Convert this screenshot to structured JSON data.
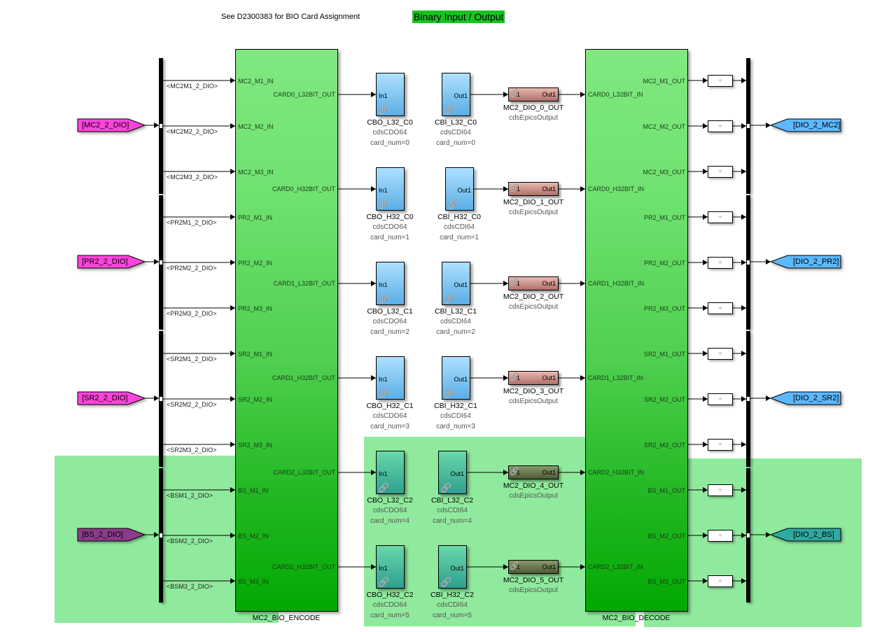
{
  "header": {
    "note": "See D2300383 for BIO Card Assignment",
    "title": "Binary Input / Output",
    "title_color": "#16c41f"
  },
  "encode": {
    "name": "MC2_BIO_ENCODE",
    "inputs": [
      "MC2_M1_IN",
      "MC2_M2_IN",
      "MC2_M3_IN",
      "PR2_M1_IN",
      "PR2_M2_IN",
      "PR2_M3_IN",
      "SR2_M1_IN",
      "SR2_M2_IN",
      "SR2_M3_IN",
      "BS_M1_IN",
      "BS_M2_IN",
      "BS_M3_IN"
    ],
    "outputs": [
      "CARD0_L32BIT_OUT",
      "CARD0_H32BIT_OUT",
      "CARD1_L32BIT_OUT",
      "CARD1_H32BIT_OUT",
      "CARD2_L32BIT_OUT",
      "CARD2_H32BIT_OUT"
    ]
  },
  "decode": {
    "name": "MC2_BIO_DECODE",
    "inputs": [
      "CARD0_L32BIT_IN",
      "CARD0_H32BIT_IN",
      "CARD1_H32BIT_IN",
      "CARD1_L32BIT_IN",
      "CARD2_H32BIT_IN",
      "CARD2_L32BIT_IN"
    ],
    "outputs": [
      "MC2_M1_OUT",
      "MC2_M2_OUT",
      "MC2_M3_OUT",
      "PR2_M1_OUT",
      "PR2_M2_OUT",
      "PR2_M3_OUT",
      "SR2_M1_OUT",
      "SR2_M2_OUT",
      "SR2_M3_OUT",
      "BS_M1_OUT",
      "BS_M2_OUT",
      "BS_M3_OUT"
    ]
  },
  "from_tags": [
    {
      "label": "[MC2_2_DIO]",
      "color": "#ff44dd"
    },
    {
      "label": "[PR2_2_DIO]",
      "color": "#ff44dd"
    },
    {
      "label": "[SR2_2_DIO]",
      "color": "#ff44dd"
    },
    {
      "label": "[BS_2_DIO]",
      "color": "#8e3a8c"
    }
  ],
  "goto_tags": [
    {
      "label": "[DIO_2_MC2]",
      "color": "#5cb8ff"
    },
    {
      "label": "[DIO_2_PR2]",
      "color": "#5cb8ff"
    },
    {
      "label": "[DIO_2_SR2]",
      "color": "#5cb8ff"
    },
    {
      "label": "[DIO_2_BS]",
      "color": "#2eaaa0"
    }
  ],
  "signals": [
    "<MC2M1_2_DIO>",
    "<MC2M2_2_DIO>",
    "<MC2M3_2_DIO>",
    "<PR2M1_2_DIO>",
    "<PR2M2_2_DIO>",
    "<PR2M3_2_DIO>",
    "<SR2M1_2_DIO>",
    "<SR2M2_2_DIO>",
    "<SR2M3_2_DIO>",
    "<BSM1_2_DIO>",
    "<BSM2_2_DIO>",
    "<BSM3_2_DIO>"
  ],
  "cdo_blocks": [
    {
      "name": "CBO_L32_C0",
      "type": "cdsCDO64",
      "param": "card_num=0",
      "port": "In1"
    },
    {
      "name": "CBO_H32_C0",
      "type": "cdsCDO64",
      "param": "card_num=1",
      "port": "In1"
    },
    {
      "name": "CBO_L32_C1",
      "type": "cdsCDO64",
      "param": "card_num=2",
      "port": "In1"
    },
    {
      "name": "CBO_H32_C1",
      "type": "cdsCDO64",
      "param": "card_num=3",
      "port": "In1"
    },
    {
      "name": "CBO_L32_C2",
      "type": "cdsCDO64",
      "param": "card_num=4",
      "port": "In1"
    },
    {
      "name": "CBO_H32_C2",
      "type": "cdsCDO64",
      "param": "card_num=5",
      "port": "In1"
    }
  ],
  "cdi_blocks": [
    {
      "name": "CBI_L32_C0",
      "type": "cdsCDI64",
      "param": "card_num=0",
      "port": "Out1"
    },
    {
      "name": "CBI_H32_C0",
      "type": "cdsCDI64",
      "param": "card_num=1",
      "port": "Out1"
    },
    {
      "name": "CBI_L32_C1",
      "type": "cdsCDI64",
      "param": "card_num=2",
      "port": "Out1"
    },
    {
      "name": "CBI_H32_C1",
      "type": "cdsCDI64",
      "param": "card_num=3",
      "port": "Out1"
    },
    {
      "name": "CBI_L32_C2",
      "type": "cdsCDI64",
      "param": "card_num=4",
      "port": "Out1"
    },
    {
      "name": "CBI_H32_C2",
      "type": "cdsCDI64",
      "param": "card_num=5",
      "port": "Out1"
    }
  ],
  "epics_blocks": [
    {
      "name": "MC2_DIO_0_OUT",
      "type": "cdsEpicsOutput",
      "in_port": "1",
      "out_port": "Out1"
    },
    {
      "name": "MC2_DIO_1_OUT",
      "type": "cdsEpicsOutput",
      "in_port": "1",
      "out_port": "Out1"
    },
    {
      "name": "MC2_DIO_2_OUT",
      "type": "cdsEpicsOutput",
      "in_port": "1",
      "out_port": "Out1"
    },
    {
      "name": "MC2_DIO_3_OUT",
      "type": "cdsEpicsOutput",
      "in_port": "1",
      "out_port": "Out1"
    },
    {
      "name": "MC2_DIO_4_OUT",
      "type": "cdsEpicsOutput",
      "in_port": "1",
      "out_port": "Out1"
    },
    {
      "name": "MC2_DIO_5_OUT",
      "type": "cdsEpicsOutput",
      "in_port": "1",
      "out_port": "Out1"
    }
  ],
  "dtc_glyph": "÷",
  "icons": {
    "link": "link-icon",
    "arrow": "arrowhead-icon"
  }
}
